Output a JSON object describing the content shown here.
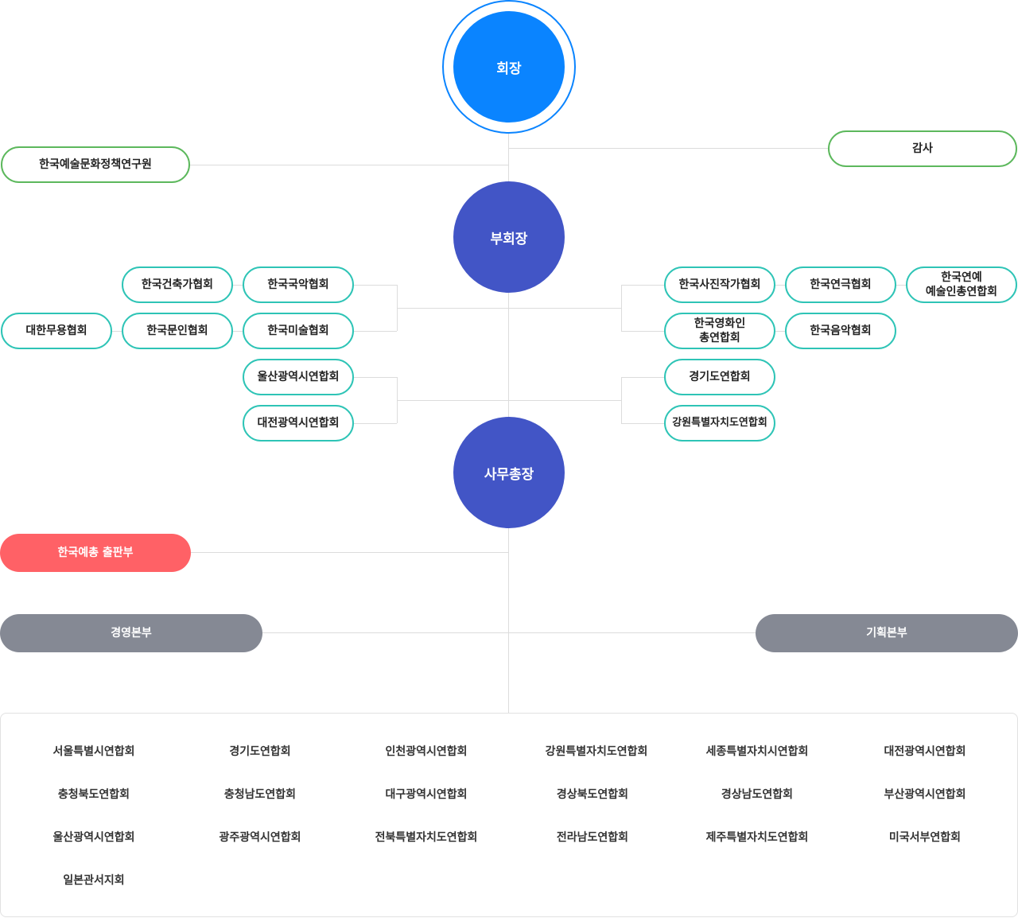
{
  "chairman": "회장",
  "vice_chairman": "부회장",
  "secretary_general": "사무총장",
  "institute": "한국예술문화정책연구원",
  "auditor": "감사",
  "left_associations": {
    "kor_architecture": "한국건축가협회",
    "kor_gukak": "한국국악협회",
    "kor_dance": "대한무용협회",
    "kor_literature": "한국문인협회",
    "kor_fine_arts": "한국미술협회",
    "ulsan": "울산광역시연합회",
    "daejeon": "대전광역시연합회"
  },
  "right_associations": {
    "kor_photo": "한국사진작가협회",
    "kor_theater": "한국연극협회",
    "kor_entertainment": "한국연예\n예술인총연합회",
    "kor_film": "한국영화인\n총연합회",
    "kor_music": "한국음악협회",
    "gyeonggi": "경기도연합회",
    "gangwon": "강원특별자치도연합회"
  },
  "publishing": "한국예총 출판부",
  "management": "경영본부",
  "planning": "기획본부",
  "regions": [
    "서울특별시연합회",
    "경기도연합회",
    "인천광역시연합회",
    "강원특별자치도연합회",
    "세종특별자치시연합회",
    "대전광역시연합회",
    "충청북도연합회",
    "충청남도연합회",
    "대구광역시연합회",
    "경상북도연합회",
    "경상남도연합회",
    "부산광역시연합회",
    "울산광역시연합회",
    "광주광역시연합회",
    "전북특별자치도연합회",
    "전라남도연합회",
    "제주특별자치도연합회",
    "미국서부연합회",
    "일본관서지회"
  ],
  "colors": {
    "chairman": "#0a84ff",
    "vice": "#4255c6",
    "green": "#5cb85c",
    "teal": "#2ec4b6",
    "red": "#ff6166",
    "gray": "#858994"
  }
}
